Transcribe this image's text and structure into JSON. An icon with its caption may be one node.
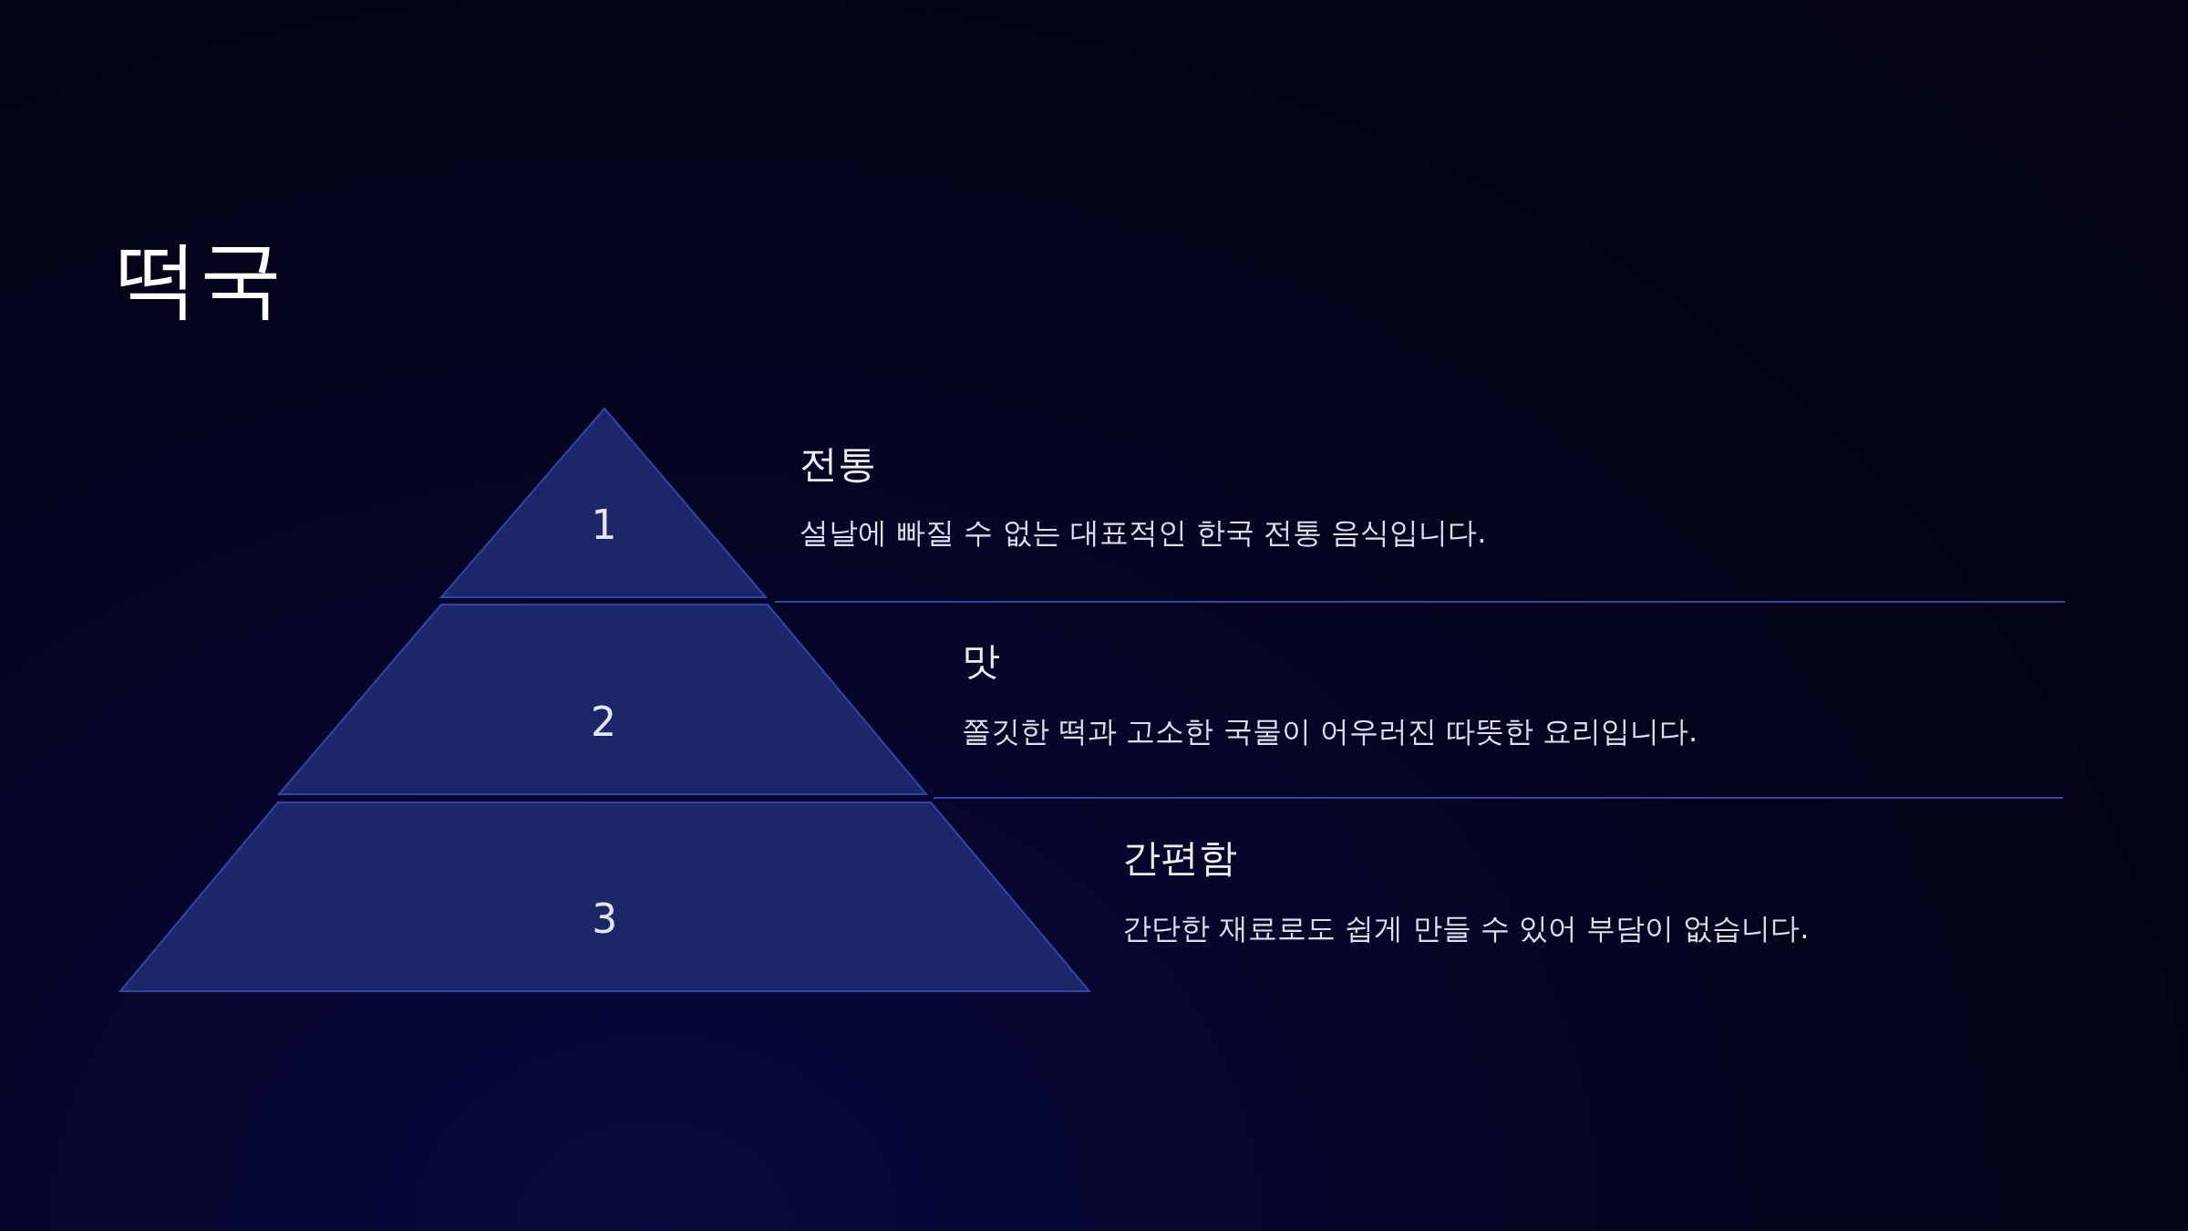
{
  "diagram": {
    "title": "떡국",
    "nodes": [
      {
        "text": [
          "1"
        ],
        "beside": [
          "전통",
          "설날에 빠질 수 없는 대표적인 한국 전통 음식입니다."
        ]
      },
      {
        "text": [
          "2"
        ],
        "beside": [
          "맛",
          "쫄깃한 떡과 고소한 국물이 어우러진 따뜻한 요리입니다."
        ]
      },
      {
        "text": [
          "3"
        ],
        "beside": [
          "간편함",
          "간단한 재료로도 쉽게 만들 수 있어 부담이 없습니다."
        ]
      }
    ],
    "edges": []
  }
}
